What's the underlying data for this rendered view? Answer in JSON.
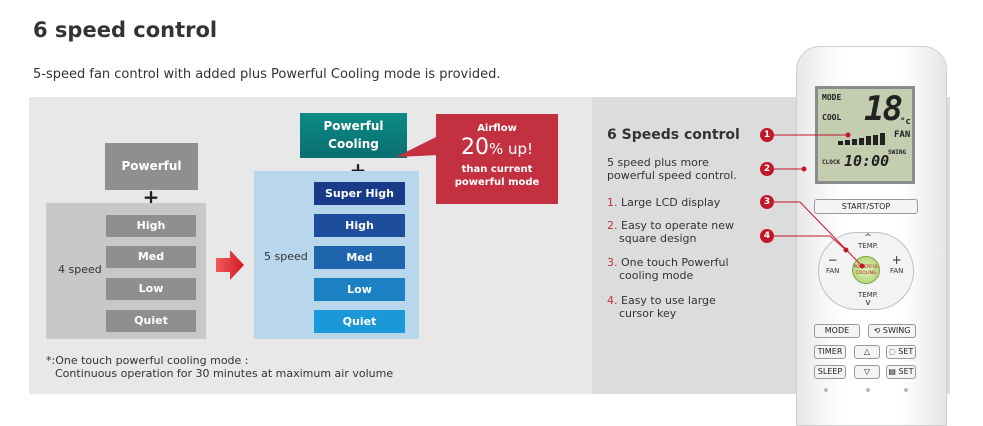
{
  "title": "6 speed control",
  "subtitle": "5-speed fan control with added plus Powerful Cooling mode is provided.",
  "left_diagram": {
    "powerful_label": "Powerful",
    "plus": "+",
    "group_label": "4 speed",
    "speeds": [
      "High",
      "Med",
      "Low",
      "Quiet"
    ]
  },
  "right_diagram": {
    "powerful_cooling_line1": "Powerful",
    "powerful_cooling_line2": "Cooling",
    "plus": "+",
    "group_label": "5 speed",
    "speeds": [
      "Super High",
      "High",
      "Med",
      "Low",
      "Quiet"
    ]
  },
  "callout": {
    "line1": "Airflow",
    "big": "20",
    "big_suffix": "% up!",
    "line3": "than current",
    "line4": "powerful mode"
  },
  "footnote": {
    "line1": "*:One touch powerful cooling mode :",
    "line2": "Continuous operation for 30 minutes at maximum air volume"
  },
  "remote_info": {
    "title": "6 Speeds control",
    "desc_line1": "5 speed plus more",
    "desc_line2": "powerful speed control.",
    "features": [
      {
        "num": "1.",
        "line1": "Large LCD display",
        "line2": ""
      },
      {
        "num": "2.",
        "line1": "Easy to operate new",
        "line2": "square design"
      },
      {
        "num": "3.",
        "line1": "One touch Powerful",
        "line2": "cooling mode"
      },
      {
        "num": "4.",
        "line1": "Easy to use large",
        "line2": "cursor key"
      }
    ],
    "markers": [
      "1",
      "2",
      "3",
      "4"
    ]
  },
  "remote": {
    "lcd_mode": "MODE",
    "lcd_cool": "COOL",
    "lcd_temp": "18",
    "lcd_unit": "°c",
    "lcd_fan": "FAN",
    "lcd_clock": "CLOCK",
    "lcd_time": "10:00",
    "lcd_swing": "SWING",
    "start_stop": "START/STOP",
    "temp_up": "TEMP.",
    "temp_down": "TEMP.",
    "fan_minus": "FAN",
    "fan_plus": "FAN",
    "center_line1": "POWERFUL",
    "center_line2": "COOLING",
    "mode": "MODE",
    "swing": "SWING",
    "timer": "TIMER",
    "sleep": "SLEEP",
    "set1": "SET",
    "set2": "SET"
  },
  "colors": {
    "gray_box": "#8f8f8f",
    "teal": "#0c8a86",
    "callout_red": "#c33040",
    "arrow_red": "#e0262f",
    "light_blue": "#b9d7ec"
  }
}
